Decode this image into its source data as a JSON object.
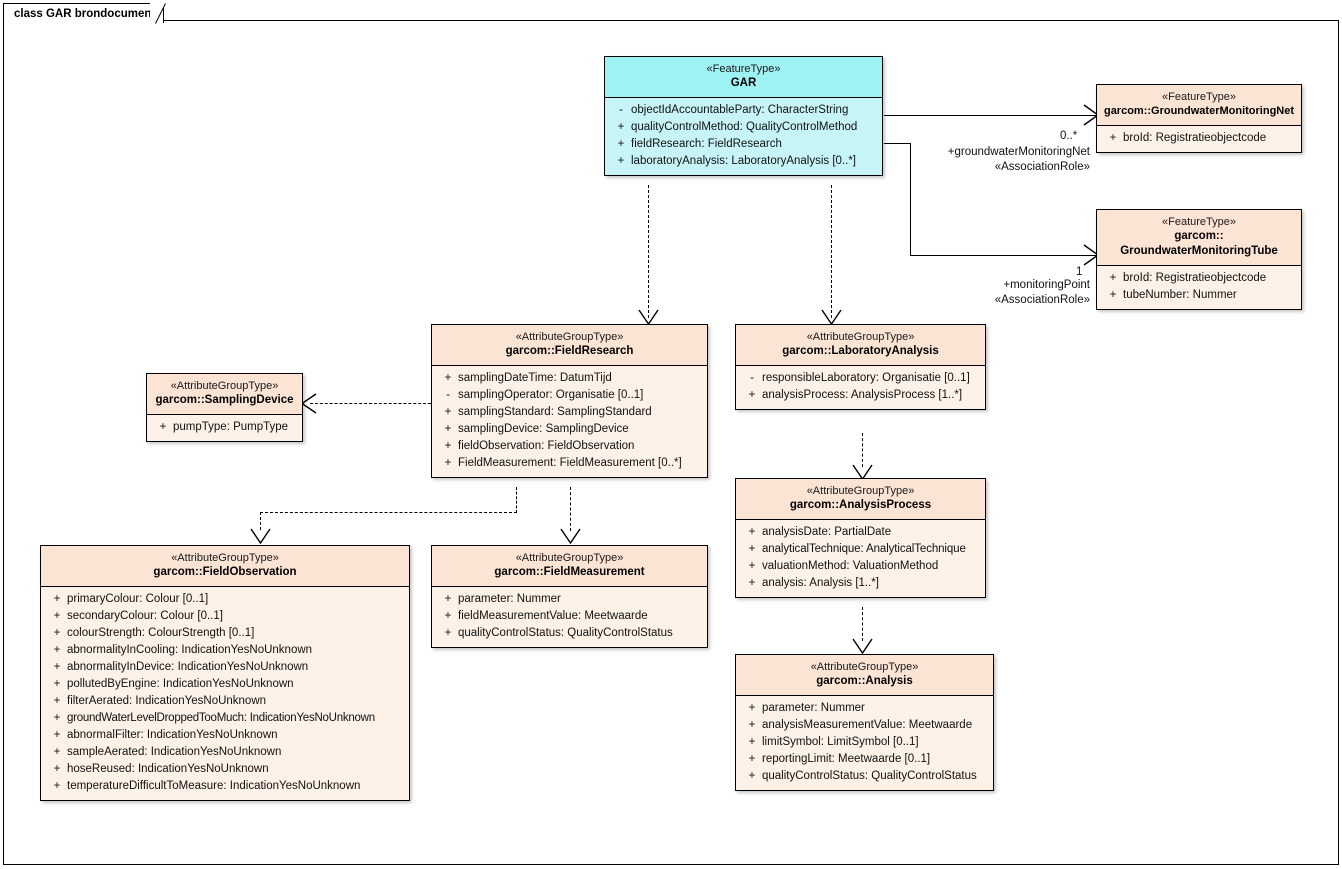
{
  "diagram": {
    "tab_label": "class GAR brondocument"
  },
  "classes": {
    "gar": {
      "stereotype": "«FeatureType»",
      "name": "GAR",
      "attributes": [
        {
          "visibility": "-",
          "signature": "objectIdAccountableParty: CharacterString"
        },
        {
          "visibility": "+",
          "signature": "qualityControlMethod: QualityControlMethod"
        },
        {
          "visibility": "+",
          "signature": "fieldResearch: FieldResearch"
        },
        {
          "visibility": "+",
          "signature": "laboratoryAnalysis: LaboratoryAnalysis [0..*]"
        }
      ]
    },
    "gwmnet": {
      "stereotype": "«FeatureType»",
      "name": "garcom::GroundwaterMonitoringNet",
      "attributes": [
        {
          "visibility": "+",
          "signature": "broId: Registratieobjectcode"
        }
      ]
    },
    "gwmtube": {
      "stereotype": "«FeatureType»",
      "name_line1": "garcom::",
      "name_line2": "GroundwaterMonitoringTube",
      "attributes": [
        {
          "visibility": "+",
          "signature": "broId: Registratieobjectcode"
        },
        {
          "visibility": "+",
          "signature": "tubeNumber: Nummer"
        }
      ]
    },
    "fieldresearch": {
      "stereotype": "«AttributeGroupType»",
      "name": "garcom::FieldResearch",
      "attributes": [
        {
          "visibility": "+",
          "signature": "samplingDateTime: DatumTijd"
        },
        {
          "visibility": "-",
          "signature": "samplingOperator: Organisatie [0..1]"
        },
        {
          "visibility": "+",
          "signature": "samplingStandard: SamplingStandard"
        },
        {
          "visibility": "+",
          "signature": "samplingDevice: SamplingDevice"
        },
        {
          "visibility": "+",
          "signature": "fieldObservation: FieldObservation"
        },
        {
          "visibility": "+",
          "signature": "FieldMeasurement: FieldMeasurement [0..*]"
        }
      ]
    },
    "laboratoryanalysis": {
      "stereotype": "«AttributeGroupType»",
      "name": "garcom::LaboratoryAnalysis",
      "attributes": [
        {
          "visibility": "-",
          "signature": "responsibleLaboratory: Organisatie [0..1]"
        },
        {
          "visibility": "+",
          "signature": "analysisProcess: AnalysisProcess [1..*]"
        }
      ]
    },
    "samplingdevice": {
      "stereotype": "«AttributeGroupType»",
      "name": "garcom::SamplingDevice",
      "attributes": [
        {
          "visibility": "+",
          "signature": "pumpType: PumpType"
        }
      ]
    },
    "fieldobservation": {
      "stereotype": "«AttributeGroupType»",
      "name": "garcom::FieldObservation",
      "attributes": [
        {
          "visibility": "+",
          "signature": "primaryColour: Colour [0..1]"
        },
        {
          "visibility": "+",
          "signature": "secondaryColour: Colour [0..1]"
        },
        {
          "visibility": "+",
          "signature": "colourStrength: ColourStrength [0..1]"
        },
        {
          "visibility": "+",
          "signature": "abnormalityInCooling: IndicationYesNoUnknown"
        },
        {
          "visibility": "+",
          "signature": "abnormalityInDevice: IndicationYesNoUnknown"
        },
        {
          "visibility": "+",
          "signature": "pollutedByEngine: IndicationYesNoUnknown"
        },
        {
          "visibility": "+",
          "signature": "filterAerated: IndicationYesNoUnknown"
        },
        {
          "visibility": "+",
          "signature": "groundWaterLevelDroppedTooMuch: IndicationYesNoUnknown"
        },
        {
          "visibility": "+",
          "signature": "abnormalFilter: IndicationYesNoUnknown"
        },
        {
          "visibility": "+",
          "signature": "sampleAerated: IndicationYesNoUnknown"
        },
        {
          "visibility": "+",
          "signature": "hoseReused: IndicationYesNoUnknown"
        },
        {
          "visibility": "+",
          "signature": "temperatureDifficultToMeasure: IndicationYesNoUnknown"
        }
      ]
    },
    "fieldmeasurement": {
      "stereotype": "«AttributeGroupType»",
      "name": "garcom::FieldMeasurement",
      "attributes": [
        {
          "visibility": "+",
          "signature": "parameter: Nummer"
        },
        {
          "visibility": "+",
          "signature": "fieldMeasurementValue: Meetwaarde"
        },
        {
          "visibility": "+",
          "signature": "qualityControlStatus: QualityControlStatus"
        }
      ]
    },
    "analysisprocess": {
      "stereotype": "«AttributeGroupType»",
      "name": "garcom::AnalysisProcess",
      "attributes": [
        {
          "visibility": "+",
          "signature": "analysisDate: PartialDate"
        },
        {
          "visibility": "+",
          "signature": "analyticalTechnique: AnalyticalTechnique"
        },
        {
          "visibility": "+",
          "signature": "valuationMethod: ValuationMethod"
        },
        {
          "visibility": "+",
          "signature": "analysis: Analysis [1..*]"
        }
      ]
    },
    "analysis": {
      "stereotype": "«AttributeGroupType»",
      "name": "garcom::Analysis",
      "attributes": [
        {
          "visibility": "+",
          "signature": "parameter: Nummer"
        },
        {
          "visibility": "+",
          "signature": "analysisMeasurementValue: Meetwaarde"
        },
        {
          "visibility": "+",
          "signature": "limitSymbol: LimitSymbol [0..1]"
        },
        {
          "visibility": "+",
          "signature": "reportingLimit: Meetwaarde [0..1]"
        },
        {
          "visibility": "+",
          "signature": "qualityControlStatus: QualityControlStatus"
        }
      ]
    }
  },
  "connectors": {
    "gar_to_gwmnet": {
      "role": "+groundwaterMonitoringNet",
      "stereotype": "«AssociationRole»",
      "multiplicity": "0..*"
    },
    "gar_to_gwmtube": {
      "role": "+monitoringPoint",
      "stereotype": "«AssociationRole»",
      "multiplicity": "1"
    }
  },
  "colors": {
    "featuretype_fill": "#c7f5f7",
    "featuretype_header": "#9ff2f4",
    "attributegroup_fill": "#fdf1e8",
    "attributegroup_header": "#fbe4d4",
    "line": "#000000"
  }
}
